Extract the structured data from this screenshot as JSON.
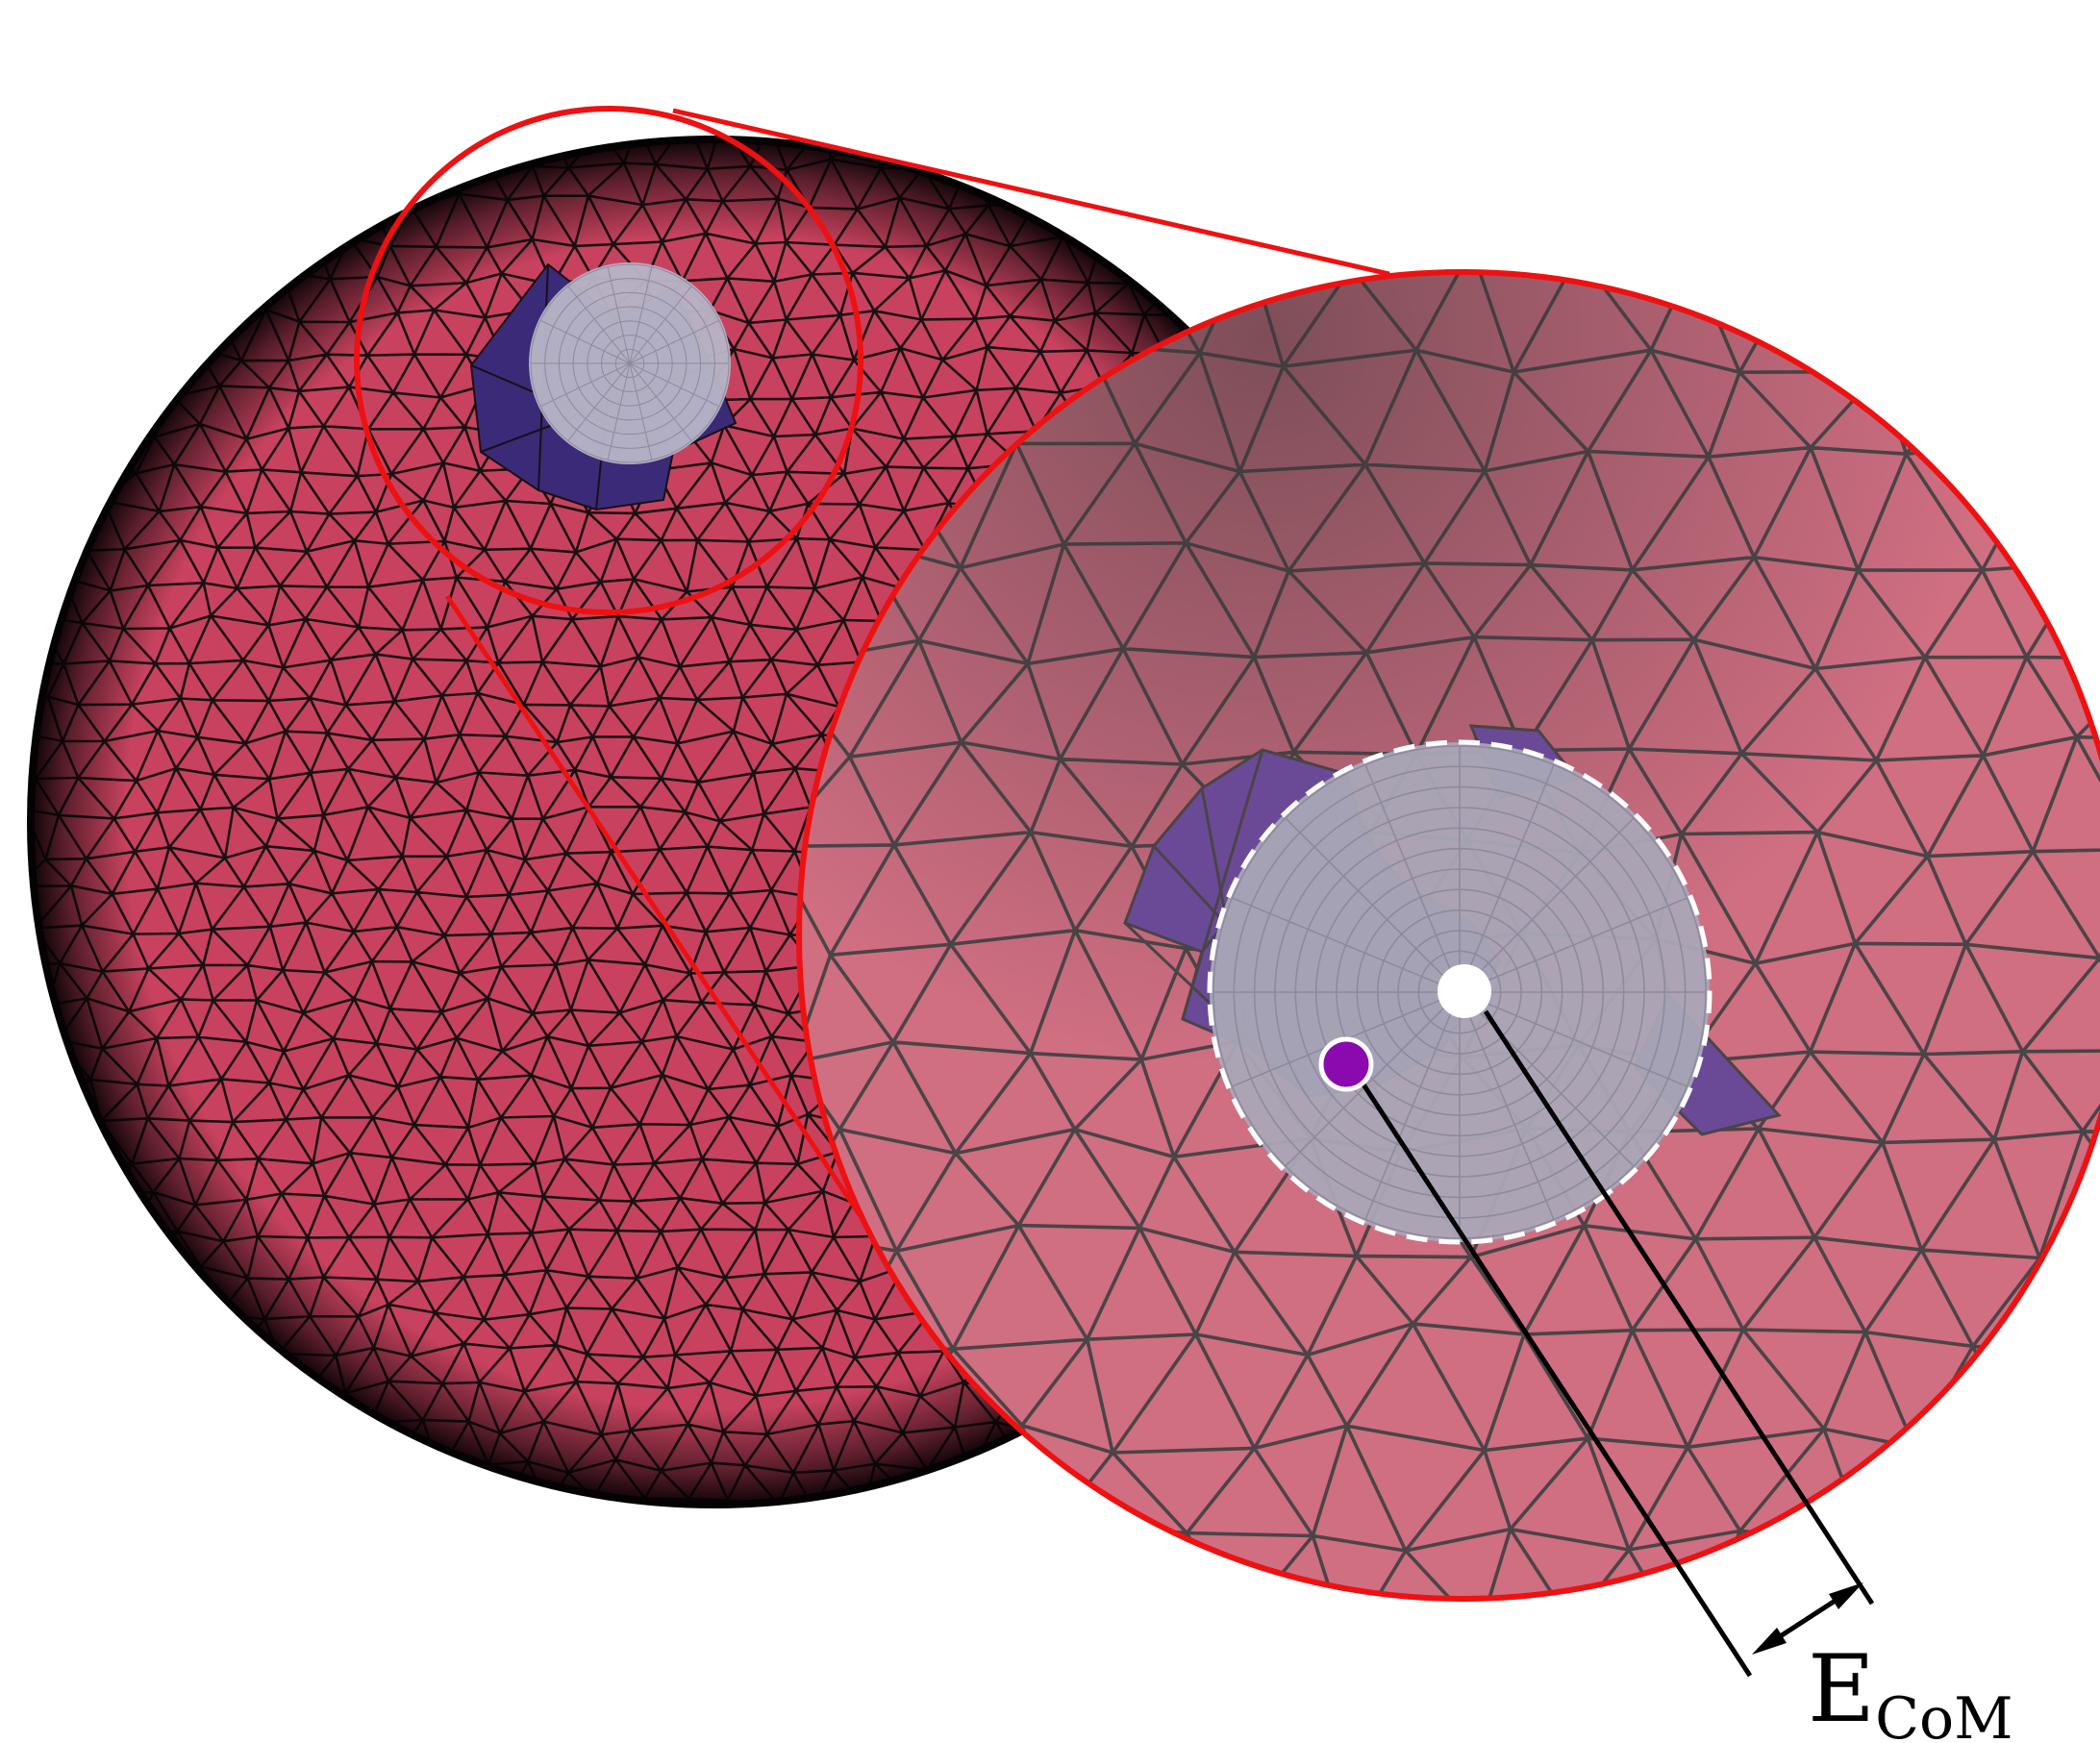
{
  "figure": {
    "label_main": "E",
    "label_sub": "CoM"
  },
  "colors": {
    "mesh_fill": "#c8425f",
    "mesh_fill_zoom": "#d06e82",
    "mesh_edge": "#1a1012",
    "mesh_edge_zoom": "#4a4446",
    "outer_rim": "#050203",
    "patch_fill": "#3a2a78",
    "patch_fill_zoom": "#6a4a96",
    "disk_fill": "#b7b4c6",
    "disk_fill_zoom": "#aaa7b7",
    "highlight": "#ee1111",
    "center_marker": "#ffffff",
    "com_marker": "#8a0ab0",
    "leader": "#000000"
  },
  "icons": {
    "center_point": "white-circle-marker",
    "com_point": "purple-circle-marker",
    "distance_arrow": "double-headed-arrow"
  }
}
